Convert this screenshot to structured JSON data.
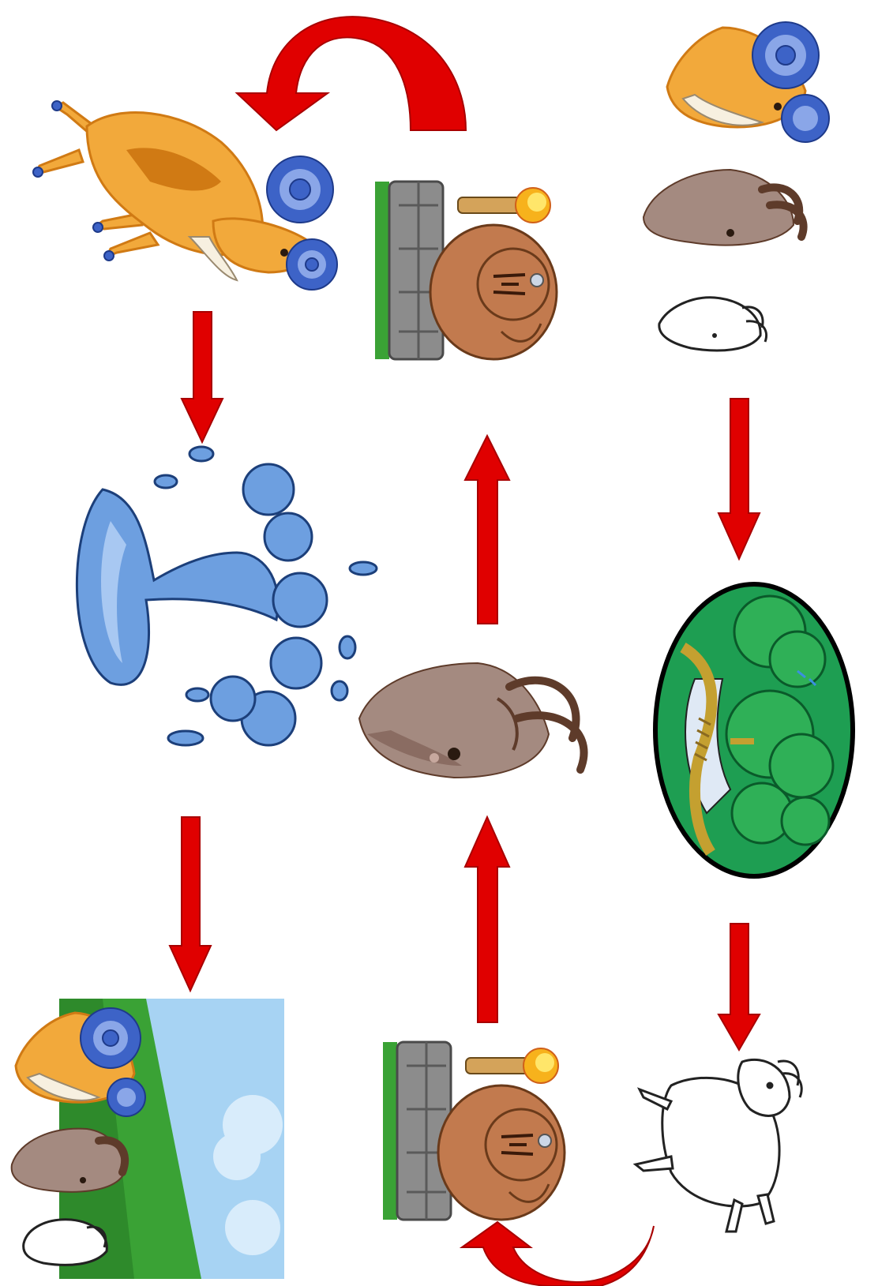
{
  "diagram": {
    "background": "#ffffff",
    "colors": {
      "arrow": "#e00000",
      "arrow_dark": "#a80000",
      "gold": "#f2a93b",
      "gold_dark": "#d07a14",
      "horn_blue": "#3d63c7",
      "horn_light": "#8aa6e8",
      "goat_brown": "#a48a80",
      "goat_dark": "#5e3b2a",
      "water": "#6d9fe0",
      "water_light": "#a8c8f2",
      "stone": "#8c8c8c",
      "grass": "#3aa235",
      "troll": "#c27a4e",
      "torch_flame": "#f7b21c",
      "forest_green": "#1e9e52",
      "forest_dark": "#0a5a2a",
      "sky": "#a7d3f3"
    },
    "nodes": [
      {
        "name": "golden-ram-standing",
        "icon": "golden-ram-icon"
      },
      {
        "name": "troll-under-bridge-top",
        "icon": "troll-bridge-icon"
      },
      {
        "name": "three-goats-stack-top",
        "icon": "three-goats-icon"
      },
      {
        "name": "water-splash",
        "icon": "water-splash-icon"
      },
      {
        "name": "brown-goat-head",
        "icon": "brown-goat-icon"
      },
      {
        "name": "forest-oval",
        "icon": "forest-scene-icon"
      },
      {
        "name": "goats-on-meadow",
        "icon": "meadow-goats-icon"
      },
      {
        "name": "troll-under-bridge-bottom",
        "icon": "troll-bridge-icon"
      },
      {
        "name": "white-goat-outline",
        "icon": "white-goat-icon"
      }
    ],
    "arrows": [
      {
        "name": "arrow-top-curve",
        "kind": "curved",
        "direction": "left"
      },
      {
        "name": "arrow-left-down-1",
        "kind": "straight",
        "direction": "down"
      },
      {
        "name": "arrow-left-down-2",
        "kind": "straight",
        "direction": "down"
      },
      {
        "name": "arrow-middle-up-1",
        "kind": "straight",
        "direction": "up"
      },
      {
        "name": "arrow-middle-up-2",
        "kind": "straight",
        "direction": "up"
      },
      {
        "name": "arrow-right-down-1",
        "kind": "straight",
        "direction": "down"
      },
      {
        "name": "arrow-right-down-2",
        "kind": "straight",
        "direction": "down"
      },
      {
        "name": "arrow-bottom-curve",
        "kind": "curved",
        "direction": "left"
      }
    ]
  }
}
